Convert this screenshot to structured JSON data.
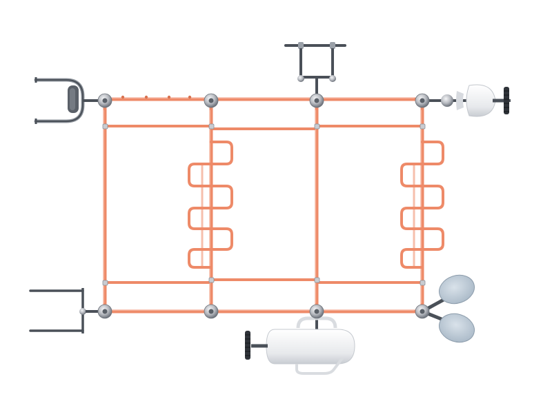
{
  "scene": {
    "background": "#ffffff",
    "colors": {
      "pipe": "#ee8a68",
      "pipe_highlight": "#f6b39b",
      "joint": "#b9bcc2",
      "joint_dark": "#7d838c",
      "metal": "#4a5058",
      "metal_light": "#8f959d",
      "seat_white": "#eef0f2",
      "plate_blue": "#b7c6d4"
    },
    "objects": [
      {
        "name": "top-left-handle-station",
        "icon": "u-handle-icon"
      },
      {
        "name": "top-center-handlebar-station",
        "icon": "t-handlebar-icon"
      },
      {
        "name": "top-right-rider-station",
        "icon": "pedal-seat-icon"
      },
      {
        "name": "bottom-left-bar-station",
        "icon": "parallel-bars-icon"
      },
      {
        "name": "bottom-center-capsule-station",
        "icon": "capsule-seat-icon"
      },
      {
        "name": "bottom-right-plate-station",
        "icon": "foot-plates-icon"
      },
      {
        "name": "left-serpentine-ladder",
        "icon": "zigzag-ladder-icon"
      },
      {
        "name": "right-serpentine-ladder",
        "icon": "zigzag-ladder-icon"
      }
    ]
  }
}
